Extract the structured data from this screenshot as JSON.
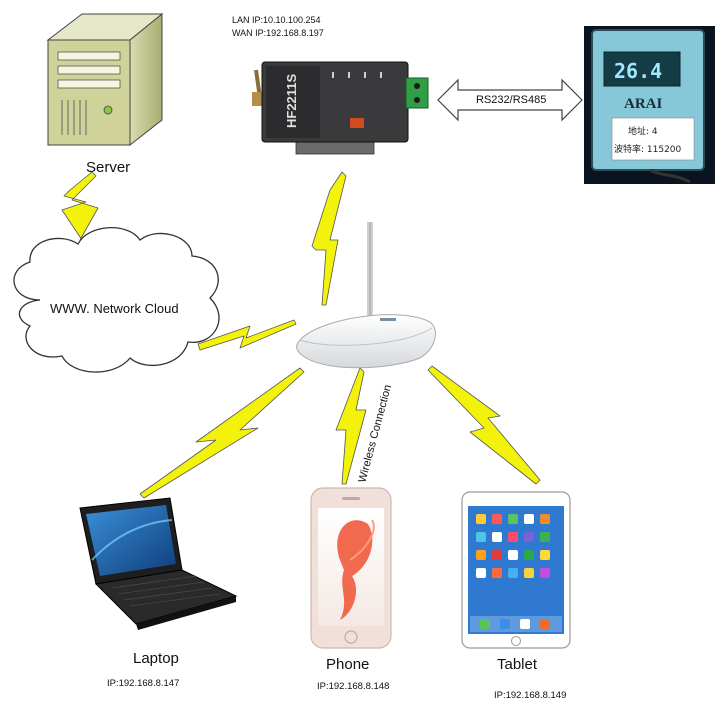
{
  "server": {
    "label": "Server"
  },
  "cloud": {
    "label": "WWW. Network Cloud"
  },
  "converter": {
    "lan_ip": "LAN IP:10.10.100.254",
    "wan_ip": "WAN IP:192.168.8.197",
    "model": "HF2211S"
  },
  "link": {
    "label": "RS232/RS485"
  },
  "meter": {
    "reading": "26.4",
    "brand": "ARAI",
    "line1": "地址: 4",
    "line2": "波特率: 115200"
  },
  "router": {
    "caption": "Wireless Connection"
  },
  "devices": [
    {
      "name": "Laptop",
      "ip": "IP:192.168.8.147"
    },
    {
      "name": "Phone",
      "ip": "IP:192.168.8.148"
    },
    {
      "name": "Tablet",
      "ip": "IP:192.168.8.149"
    }
  ],
  "colors": {
    "bolt": "#f2f20a",
    "bolt_edge": "#555555",
    "cloud": "#ffffff",
    "meter_bg": "#0a1420"
  }
}
